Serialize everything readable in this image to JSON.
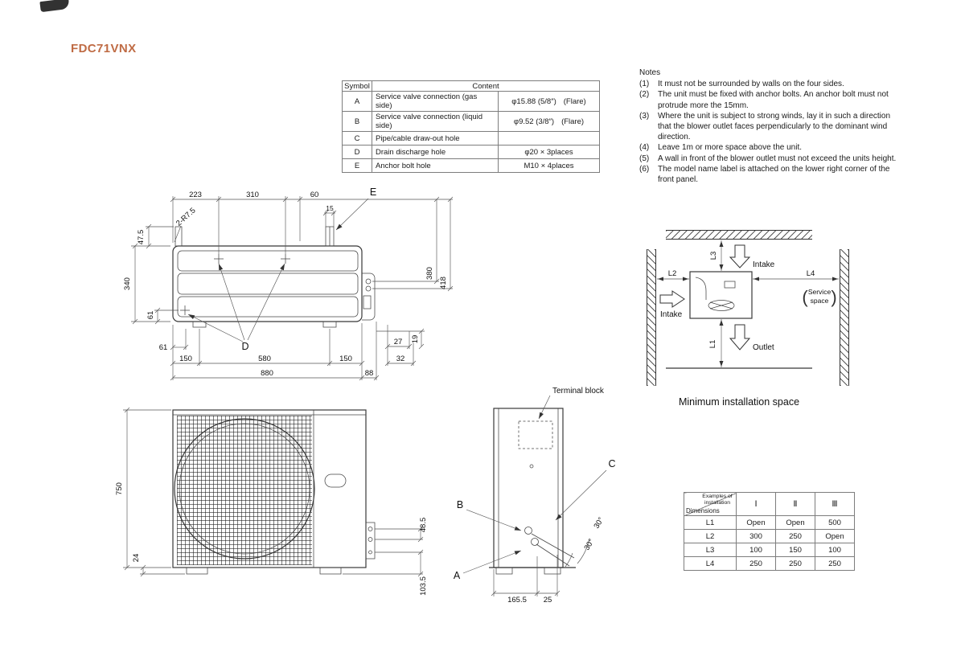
{
  "title": "FDC71VNX",
  "symbol_table": {
    "header_symbol": "Symbol",
    "header_content": "Content",
    "rows": [
      {
        "symbol": "A",
        "content": "Service valve connection (gas side)",
        "spec": "φ15.88 (5/8″)",
        "extra": "(Flare)"
      },
      {
        "symbol": "B",
        "content": "Service valve connection (liquid side)",
        "spec": "φ9.52 (3/8″)",
        "extra": "(Flare)"
      },
      {
        "symbol": "C",
        "content": "Pipe/cable draw-out hole",
        "spec": "",
        "extra": ""
      },
      {
        "symbol": "D",
        "content": "Drain discharge hole",
        "spec": "φ20 × 3places",
        "extra": ""
      },
      {
        "symbol": "E",
        "content": "Anchor bolt hole",
        "spec": "M10 × 4places",
        "extra": ""
      }
    ]
  },
  "notes": {
    "title": "Notes",
    "items": [
      {
        "num": "(1)",
        "text": "It must not be surrounded by walls on the four sides."
      },
      {
        "num": "(2)",
        "text": "The unit must be fixed with anchor bolts. An anchor bolt must not protrude more the 15mm."
      },
      {
        "num": "(3)",
        "text": "Where the unit is subject to strong winds, lay it in such a direction that the blower outlet faces perpendicularly to the dominant wind direction."
      },
      {
        "num": "(4)",
        "text": "Leave 1m or more space above the unit."
      },
      {
        "num": "(5)",
        "text": "A wall in front of the blower outlet must not exceed the units height."
      },
      {
        "num": "(6)",
        "text": "The model name label is attached on the lower right corner of the front panel."
      }
    ]
  },
  "top_view": {
    "label_e": "E",
    "label_d": "D",
    "corner_note": "2-R7.5",
    "d223": "223",
    "d310": "310",
    "d60": "60",
    "d15": "15",
    "d47_5": "47.5",
    "d340": "340",
    "d61_left": "61",
    "d61_bottom": "61",
    "d150_left": "150",
    "d580": "580",
    "d150_right": "150",
    "d880": "880",
    "d88": "88",
    "d27": "27",
    "d32": "32",
    "d19": "19",
    "d380": "380",
    "d418": "418"
  },
  "front_view": {
    "d750": "750",
    "d24": "24",
    "d48_5": "48.5",
    "d103_5": "103.5"
  },
  "side_view": {
    "terminal_block": "Terminal block",
    "label_a": "A",
    "label_b": "B",
    "label_c": "C",
    "angle_1": "30°",
    "angle_2": "30°",
    "d165_5": "165.5",
    "d25": "25"
  },
  "install_diagram": {
    "l1": "L1",
    "l2": "L2",
    "l3": "L3",
    "l4": "L4",
    "intake_back": "Intake",
    "intake_side": "Intake",
    "outlet": "Outlet",
    "paren_open": "(",
    "service_line1": "Service",
    "service_line2": "space",
    "paren_close": ")",
    "caption": "Minimum installation space"
  },
  "dim_table": {
    "corner_top": "Examples of installation",
    "corner_bottom": "Dimensions",
    "cols": [
      "Ⅰ",
      "Ⅱ",
      "Ⅲ"
    ],
    "rows": [
      {
        "label": "L1",
        "v1": "Open",
        "v2": "Open",
        "v3": "500"
      },
      {
        "label": "L2",
        "v1": "300",
        "v2": "250",
        "v3": "Open"
      },
      {
        "label": "L3",
        "v1": "100",
        "v2": "150",
        "v3": "100"
      },
      {
        "label": "L4",
        "v1": "250",
        "v2": "250",
        "v3": "250"
      }
    ]
  }
}
